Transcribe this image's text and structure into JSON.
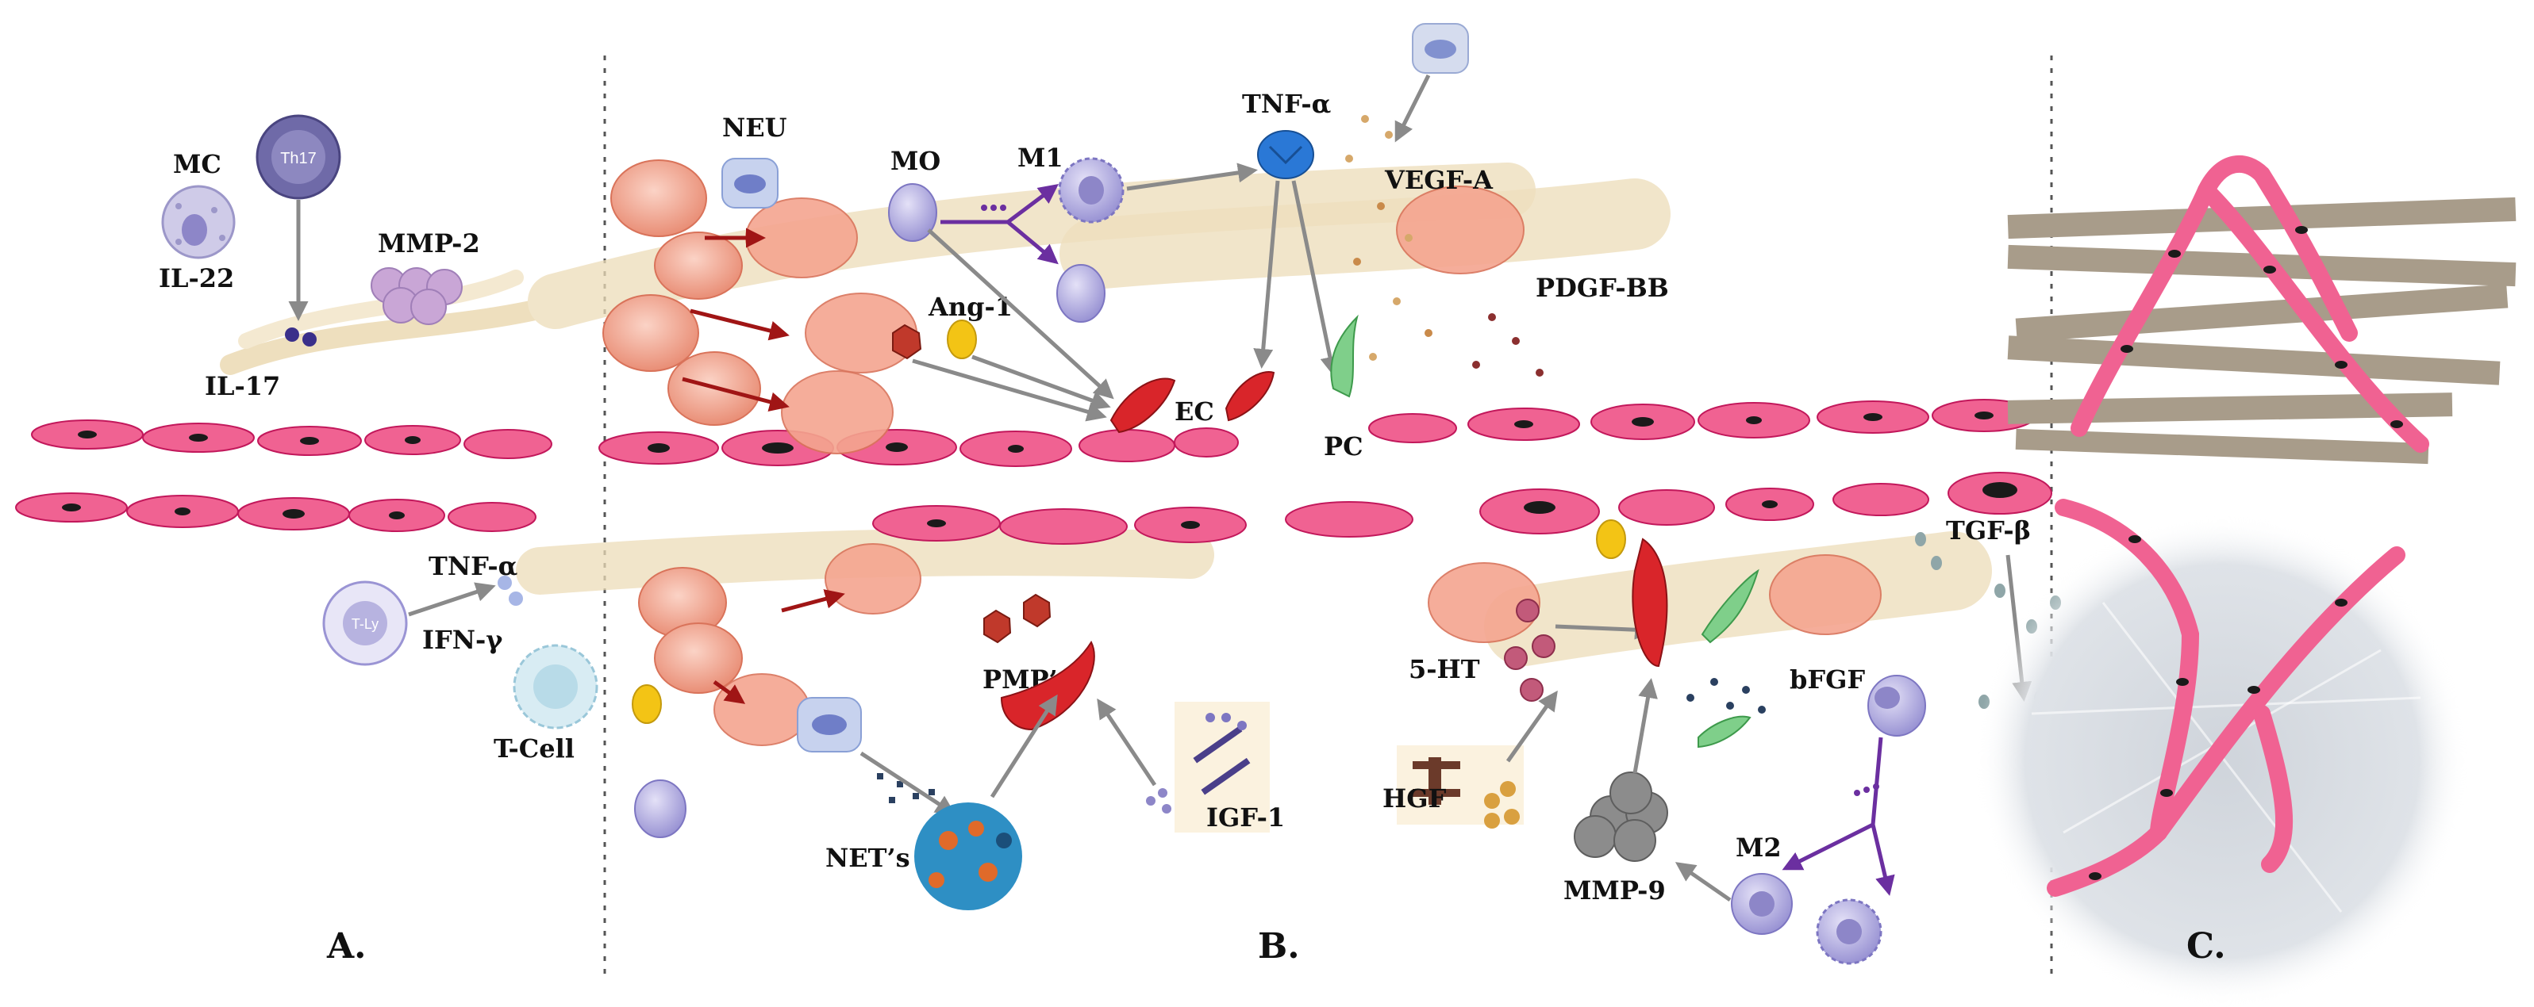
{
  "panels": {
    "a": "A.",
    "b": "B.",
    "c": "C."
  },
  "labels": {
    "mc": "MC",
    "th17": "Th17",
    "il22": "IL-22",
    "mmp2": "MMP-2",
    "il17": "IL-17",
    "neu": "NEU",
    "mo": "MO",
    "m1": "M1",
    "tnf_top": "TNF-α",
    "vegfa": "VEGF-A",
    "pdgfbb": "PDGF-BB",
    "ang1": "Ang-1",
    "ec": "EC",
    "pc": "PC",
    "tnf_bottom": "TNF-α",
    "ifng": "IFN-γ",
    "tcell": "T-Cell",
    "tcell_badge": "T-Ly",
    "pmps": "PMP’s",
    "igf1": "IGF-1",
    "nets": "NET’s",
    "ht5": "5-HT",
    "bfgf": "bFGF",
    "tgfb": "TGF-β",
    "hgf": "HGF",
    "mmp9": "MMP-9",
    "m2": "M2"
  },
  "colors": {
    "vessel_cell": "#f06292",
    "vessel_edge": "#c2185b",
    "nucleus": "#1a1a1a",
    "fibroblast": "#f4a58f",
    "fibroblast_edge": "#d9735a",
    "fiber": "#e8d4a8",
    "immune_cell": "#b7b3e0",
    "immune_edge": "#7d76c2",
    "red_arrow": "#a01515",
    "grey_arrow": "#8a8a8a",
    "purple_arrow": "#6b2fa0",
    "tnf_receptor": "#2a78d6",
    "pericyte": "#7fcf8a",
    "scar_fiber": "#a89c8a",
    "nets_blue": "#2e8fc4",
    "nets_orange": "#e06a2a",
    "divider": "#555555"
  }
}
